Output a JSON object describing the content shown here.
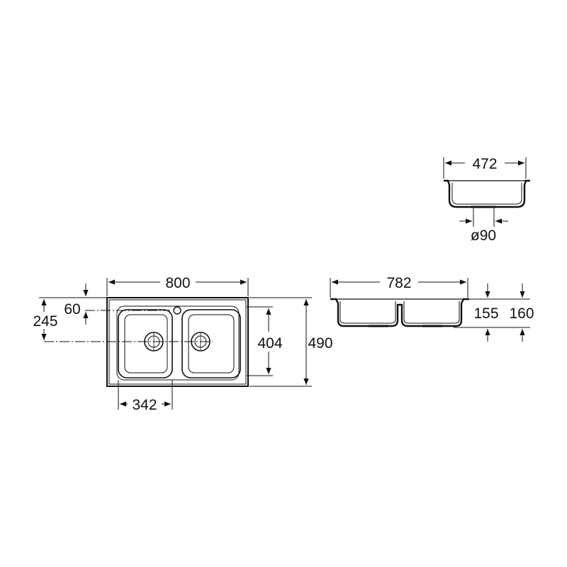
{
  "colors": {
    "ink": "#111111",
    "background": "#ffffff"
  },
  "dimensions": {
    "overall_width": "800",
    "overall_depth": "490",
    "bowl_depth": "404",
    "bowl_width": "342",
    "drain_from_edge": "245",
    "tap_hole_offset": "60",
    "section_length": "782",
    "bowl_height_inner": "155",
    "bowl_height_total": "160",
    "end_width": "472",
    "drain_diameter": "ø90"
  }
}
